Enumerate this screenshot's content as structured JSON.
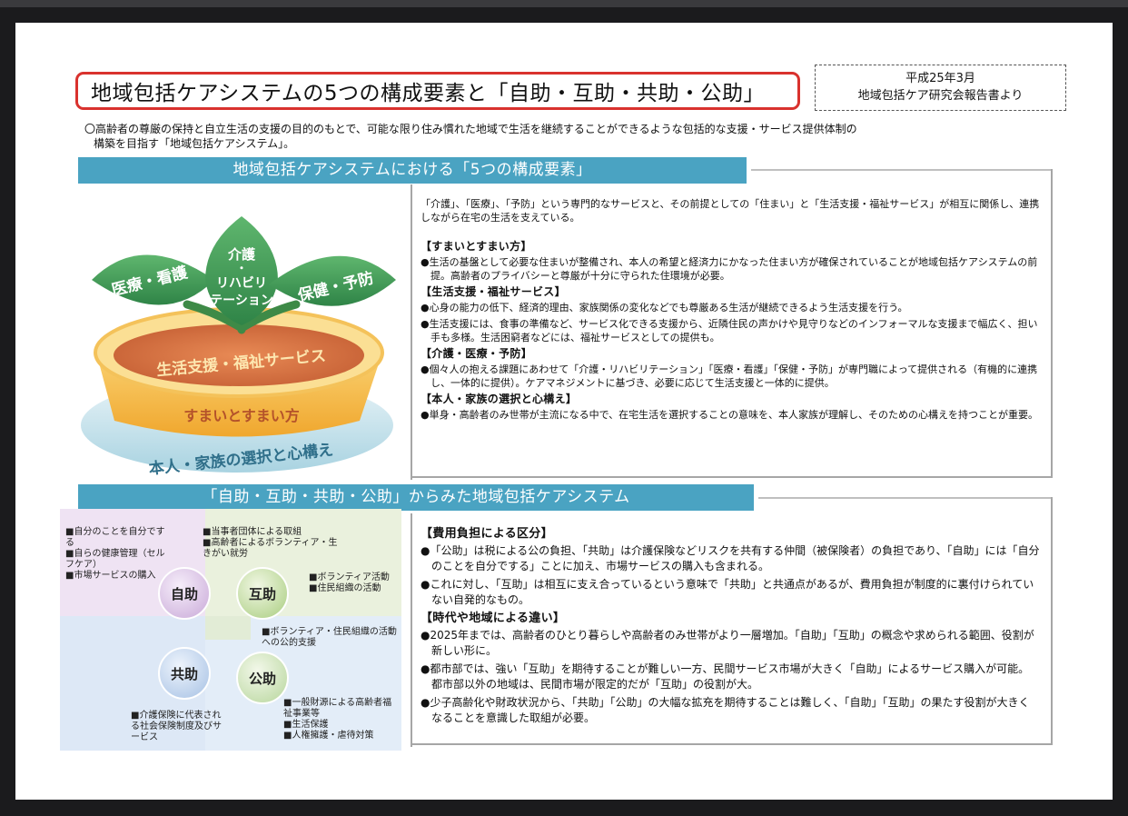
{
  "header": {
    "title": "地域包括ケアシステムの5つの構成要素と「自助・互助・共助・公助」",
    "source_line1": "平成25年3月",
    "source_line2": "地域包括ケア研究会報告書より"
  },
  "intro": {
    "line1": "〇高齢者の尊厳の保持と自立生活の支援の目的のもとで、可能な限り住み慣れた地域で生活を継続することができるような包括的な支援・サービス提供体制の",
    "line2": "構築を目指す「地域包括ケアシステム」。"
  },
  "section1": {
    "band": "地域包括ケアシステムにおける「5つの構成要素」",
    "illustration": {
      "leaf_left": "医療・看護",
      "leaf_center_1": "介護",
      "leaf_center_2": "・",
      "leaf_center_3": "リハビリ",
      "leaf_center_4": "テーション",
      "leaf_right": "保健・予防",
      "soil": "生活支援・福祉サービス",
      "pot": "すまいとすまい方",
      "dish": "本人・家族の選択と心構え"
    },
    "lead": "「介護」、「医療」、「予防」という専門的なサービスと、その前提としての「住まい」と「生活支援・福祉サービス」が相互に関係し、連携しながら在宅の生活を支えている。",
    "items": [
      {
        "heading": "【すまいとすまい方】",
        "bullets": [
          "●生活の基盤として必要な住まいが整備され、本人の希望と経済力にかなった住まい方が確保されていることが地域包括ケアシステムの前提。高齢者のプライバシーと尊厳が十分に守られた住環境が必要。"
        ]
      },
      {
        "heading": "【生活支援・福祉サービス】",
        "bullets": [
          "●心身の能力の低下、経済的理由、家族関係の変化などでも尊厳ある生活が継続できるよう生活支援を行う。",
          "●生活支援には、食事の準備など、サービス化できる支援から、近隣住民の声かけや見守りなどのインフォーマルな支援まで幅広く、担い手も多様。生活困窮者などには、福祉サービスとしての提供も。"
        ]
      },
      {
        "heading": "【介護・医療・予防】",
        "bullets": [
          "●個々人の抱える課題にあわせて「介護・リハビリテーション」「医療・看護」「保健・予防」が専門職によって提供される（有機的に連携し、一体的に提供）。ケアマネジメントに基づき、必要に応じて生活支援と一体的に提供。"
        ]
      },
      {
        "heading": "【本人・家族の選択と心構え】",
        "bullets": [
          "●単身・高齢者のみ世帯が主流になる中で、在宅生活を選択することの意味を、本人家族が理解し、そのための心構えを持つことが重要。"
        ]
      }
    ]
  },
  "section2": {
    "band": "「自助・互助・共助・公助」からみた地域包括ケアシステム",
    "diagram": {
      "self_help": "自助",
      "mutual_help": "互助",
      "social_help": "共助",
      "public_help": "公助",
      "self_text": "■自分のことを自分でする\n■自らの健康管理（セルフケア）\n■市場サービスの購入",
      "mutual_text_top": "■当事者団体による取組\n■高齢者によるボランティア・生きがい就労",
      "mutual_text_right": "■ボランティア活動\n■住民組織の活動",
      "mutual_text_bottom": "■ボランティア・住民組織の活動への公的支援",
      "social_text": "■介護保険に代表される社会保険制度及びサービス",
      "public_text": "■一般財源による高齢者福祉事業等\n■生活保護\n■人権擁護・虐待対策"
    },
    "items": [
      {
        "heading": "【費用負担による区分】",
        "bullets": [
          "●「公助」は税による公の負担、「共助」は介護保険などリスクを共有する仲間（被保険者）の負担であり、「自助」には「自分のことを自分でする」ことに加え、市場サービスの購入も含まれる。",
          "●これに対し、「互助」は相互に支え合っているという意味で「共助」と共通点があるが、費用負担が制度的に裏付けられていない自発的なもの。"
        ]
      },
      {
        "heading": "【時代や地域による違い】",
        "bullets": [
          "●2025年までは、高齢者のひとり暮らしや高齢者のみ世帯がより一層増加。「自助」「互助」の概念や求められる範囲、役割が新しい形に。",
          "●都市部では、強い「互助」を期待することが難しい一方、民間サービス市場が大きく「自助」によるサービス購入が可能。都市部以外の地域は、民間市場が限定的だが「互助」の役割が大。",
          "●少子高齢化や財政状況から、「共助」「公助」の大幅な拡充を期待することは難しく、「自助」「互助」の果たす役割が大きくなることを意識した取組が必要。"
        ]
      }
    ]
  },
  "colors": {
    "band": "#4aa3c2",
    "title_border": "#d9322e",
    "leaf": "#3f9a57",
    "soil": "#c9653a",
    "pot": "#f4c25a",
    "dish": "#cfe6ee"
  }
}
